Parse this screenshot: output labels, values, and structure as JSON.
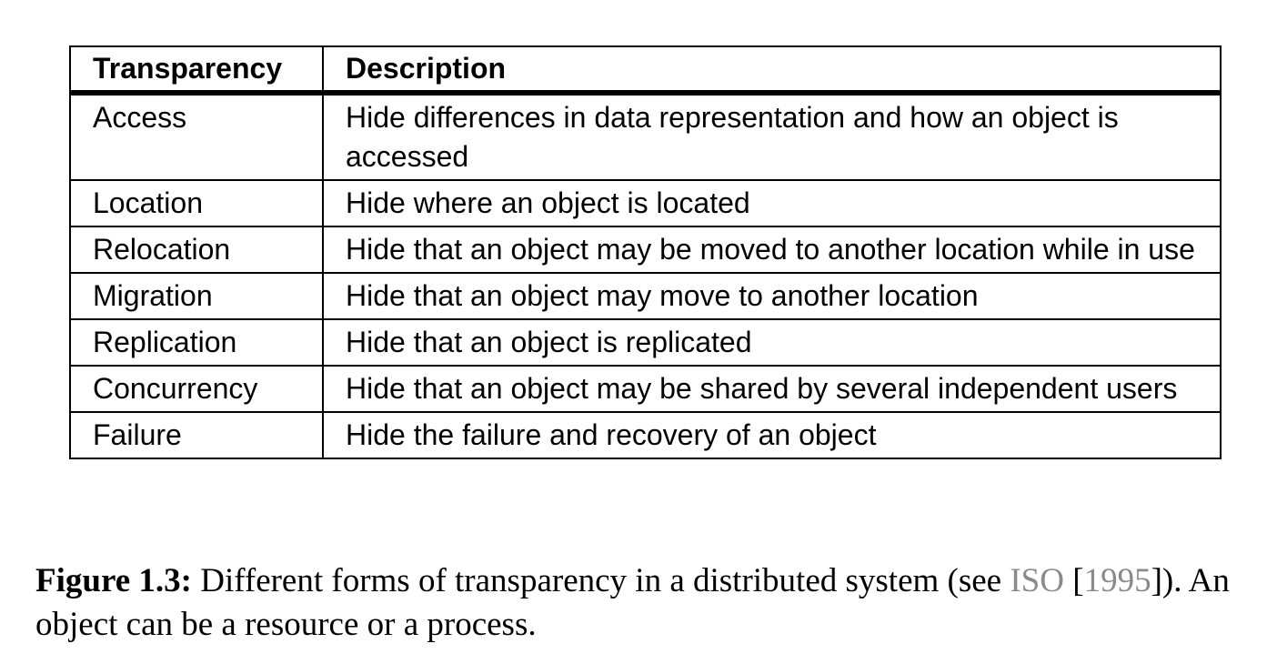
{
  "table": {
    "headers": [
      "Transparency",
      "Description"
    ],
    "rows": [
      {
        "name": "Access",
        "description": "Hide differences in data representation and how an object is accessed"
      },
      {
        "name": "Location",
        "description": "Hide where an object is located"
      },
      {
        "name": "Relocation",
        "description": "Hide that an object may be moved to another location while in use"
      },
      {
        "name": "Migration",
        "description": "Hide that an object may move to another location"
      },
      {
        "name": "Replication",
        "description": "Hide that an object is replicated"
      },
      {
        "name": "Concurrency",
        "description": "Hide that an object may be shared by several independent users"
      },
      {
        "name": "Failure",
        "description": "Hide the failure and recovery of an object"
      }
    ]
  },
  "caption": {
    "label": "Figure 1.3:",
    "text_before": "Different forms of transparency in a distributed system (see ",
    "cite_author": "ISO",
    "open_bracket": "[",
    "cite_year": "1995",
    "text_after": "]). An object can be a resource or a process.",
    "link_color": "#8a8a8a"
  }
}
